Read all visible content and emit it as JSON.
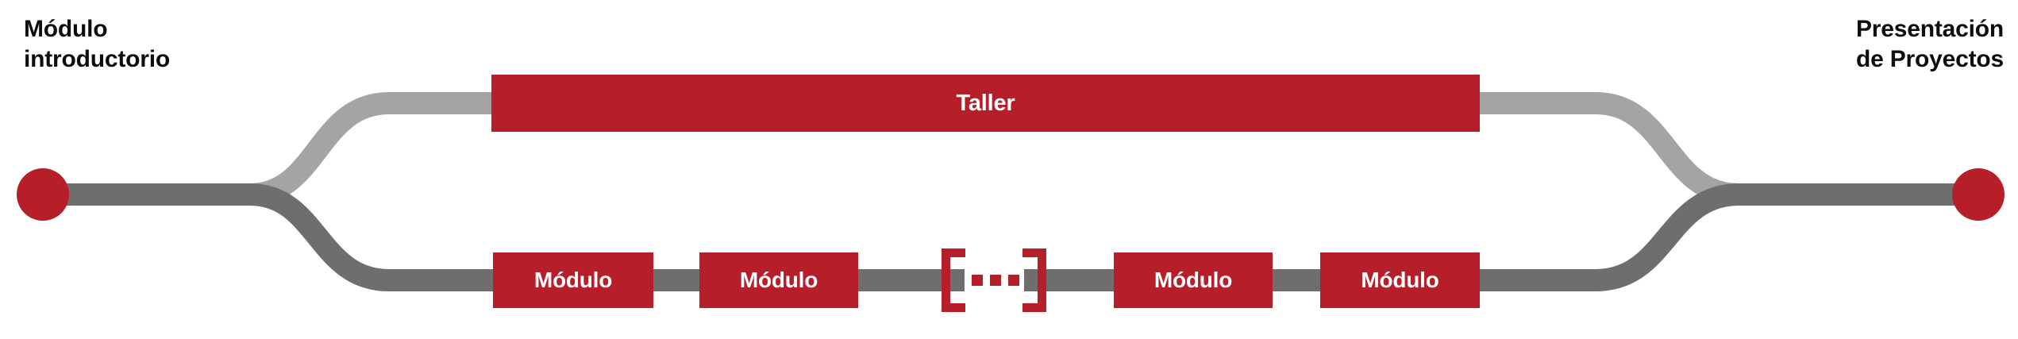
{
  "diagram": {
    "title_left": "Módulo\nintroductorio",
    "title_right": "Presentación\nde Proyectos",
    "colors": {
      "red": "#b61f29",
      "line_dark_gray": "#6e6e6e",
      "line_light_gray": "#a6a3a3",
      "text_dark": "#0d0d0d",
      "text_on_red": "#ffffff",
      "background": "#ffffff"
    },
    "start_node": {
      "name": "start-circle",
      "shape": "circle",
      "color": "#b61f29"
    },
    "end_node": {
      "name": "end-circle",
      "shape": "circle",
      "color": "#b61f29"
    },
    "branches": {
      "upper": {
        "name": "taller-branch",
        "line_color": "#a6a3a3",
        "box": {
          "label": "Taller"
        }
      },
      "lower": {
        "name": "modulos-branch",
        "line_color": "#6e6e6e",
        "boxes": [
          {
            "label": "Módulo"
          },
          {
            "label": "Módulo"
          },
          {
            "label": "Módulo"
          },
          {
            "label": "Módulo"
          }
        ],
        "ellipsis": {
          "label": "...",
          "bracket_open": "[",
          "bracket_close": "]"
        }
      }
    }
  }
}
